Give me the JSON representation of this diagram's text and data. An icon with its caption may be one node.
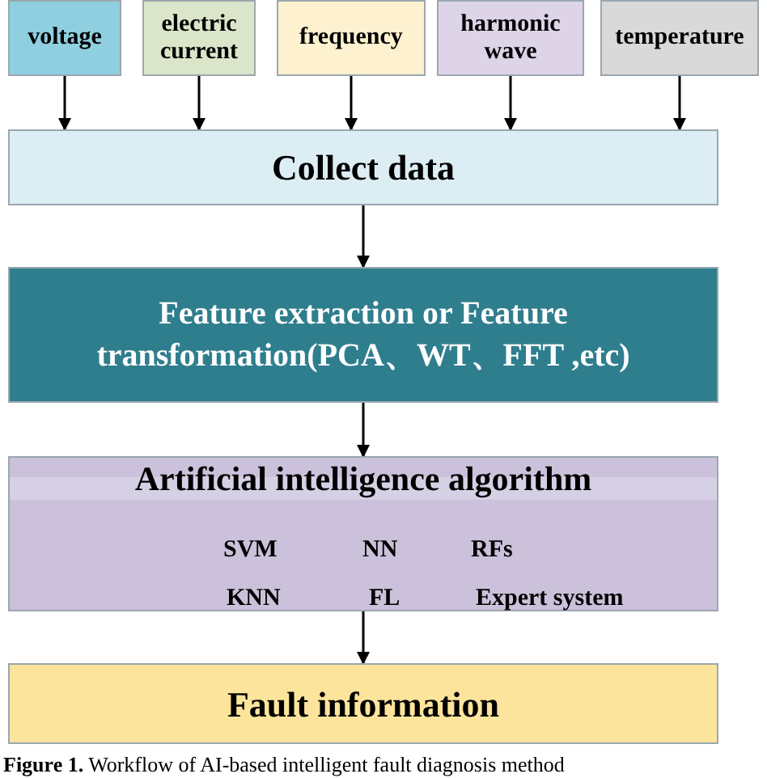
{
  "diagram": {
    "caption": "**Figure 1.** Workflow of AI-based intelligent fault diagnosis method",
    "nodes": [
      {
        "text": [
          "voltage"
        ]
      },
      {
        "text": [
          "electric current"
        ]
      },
      {
        "text": [
          "frequency"
        ]
      },
      {
        "text": [
          "harmonic wave"
        ]
      },
      {
        "text": [
          "temperature"
        ]
      },
      {
        "text": [
          "Collect data"
        ]
      },
      {
        "text": [
          "Feature extraction or Feature transformation(PCA、WT、FFT ,etc)"
        ]
      },
      {
        "text": [
          "Artificial intelligence algorithm",
          "SVM",
          "NN",
          "RFs",
          "KNN",
          "FL",
          "Expert system"
        ]
      },
      {
        "text": [
          "Fault information"
        ]
      }
    ],
    "edges": [
      {
        "from": 0,
        "to": 5,
        "arrow": "to"
      },
      {
        "from": 1,
        "to": 5,
        "arrow": "to"
      },
      {
        "from": 2,
        "to": 5,
        "arrow": "to"
      },
      {
        "from": 3,
        "to": 5,
        "arrow": "to"
      },
      {
        "from": 4,
        "to": 5,
        "arrow": "to"
      },
      {
        "from": 5,
        "to": 6,
        "arrow": "to"
      },
      {
        "from": 6,
        "to": 7,
        "arrow": "to"
      },
      {
        "from": 7,
        "to": 8,
        "arrow": "to"
      }
    ]
  }
}
